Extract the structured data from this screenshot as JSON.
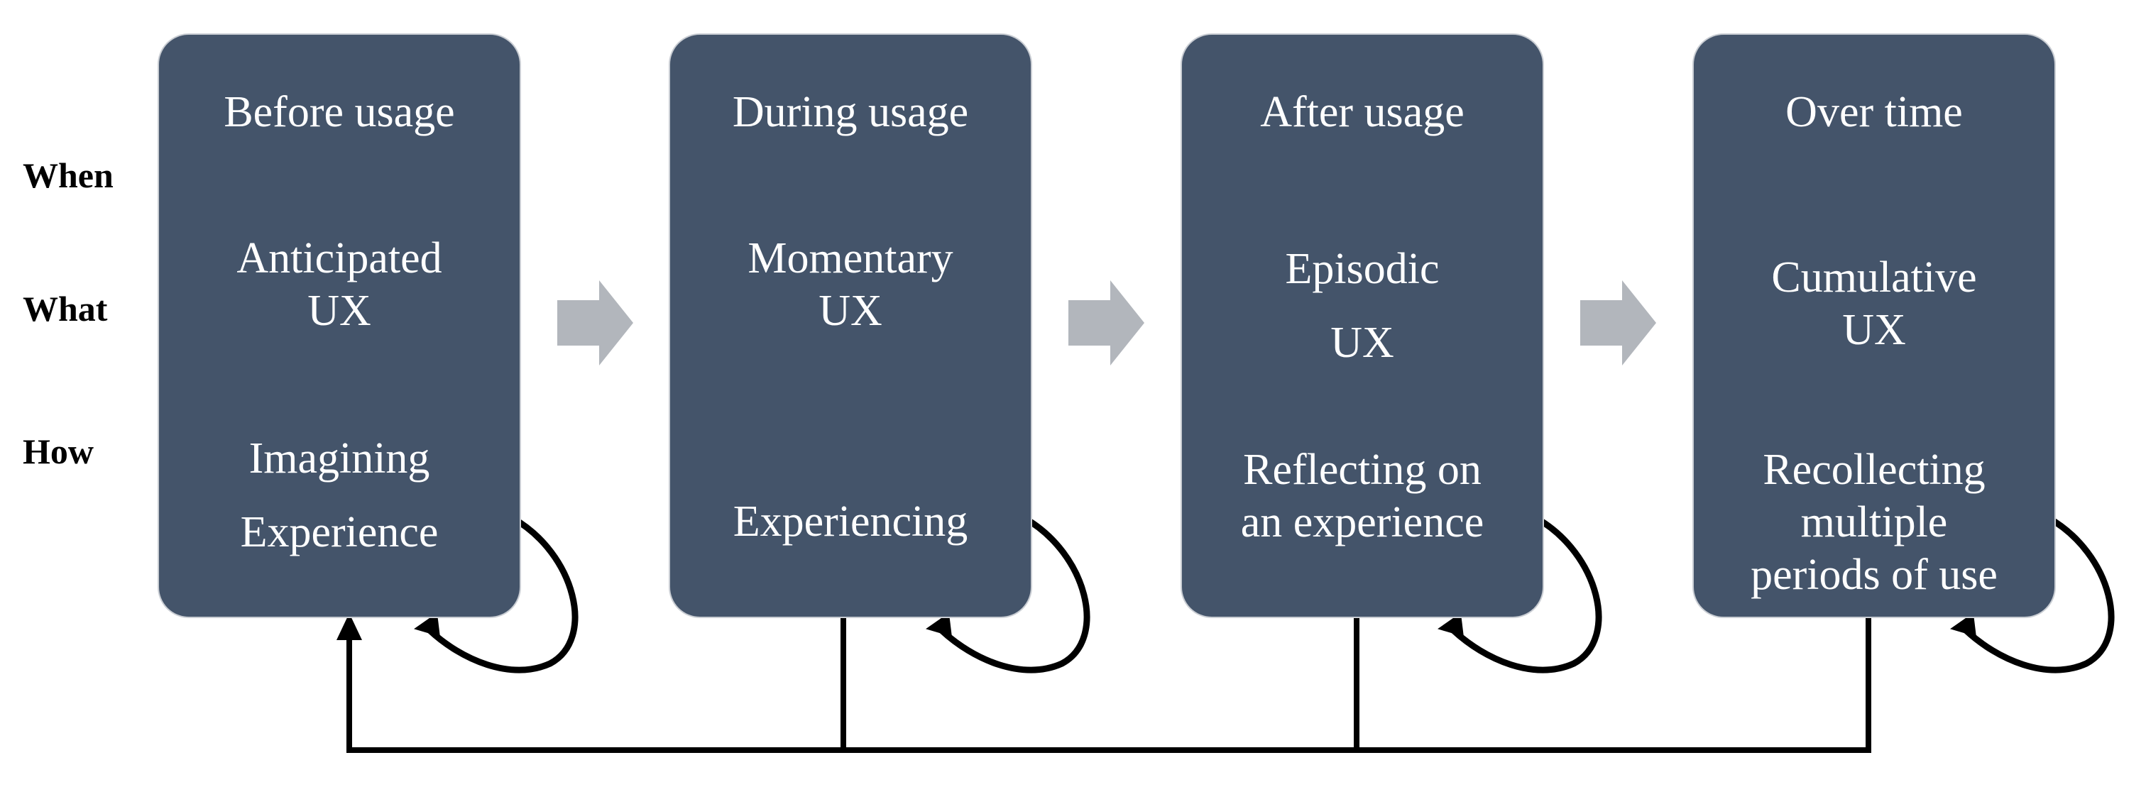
{
  "row_labels": {
    "when": "When",
    "what": "What",
    "how": "How"
  },
  "stages": [
    {
      "when": "Before usage",
      "what": "Anticipated\nUX",
      "how": "Imagining\nExperience"
    },
    {
      "when": "During usage",
      "what": "Momentary\nUX",
      "how": "Experiencing"
    },
    {
      "when": "After usage",
      "what": "Episodic\nUX",
      "how": "Reflecting on\nan experience"
    },
    {
      "when": "Over time",
      "what": "Cumulative\nUX",
      "how": "Recollecting\nmultiple\nperiods of use"
    }
  ],
  "colors": {
    "box_fill": "#44546a",
    "box_text": "#ffffff",
    "arrow_fill": "#b2b6bc",
    "connector": "#000000"
  }
}
